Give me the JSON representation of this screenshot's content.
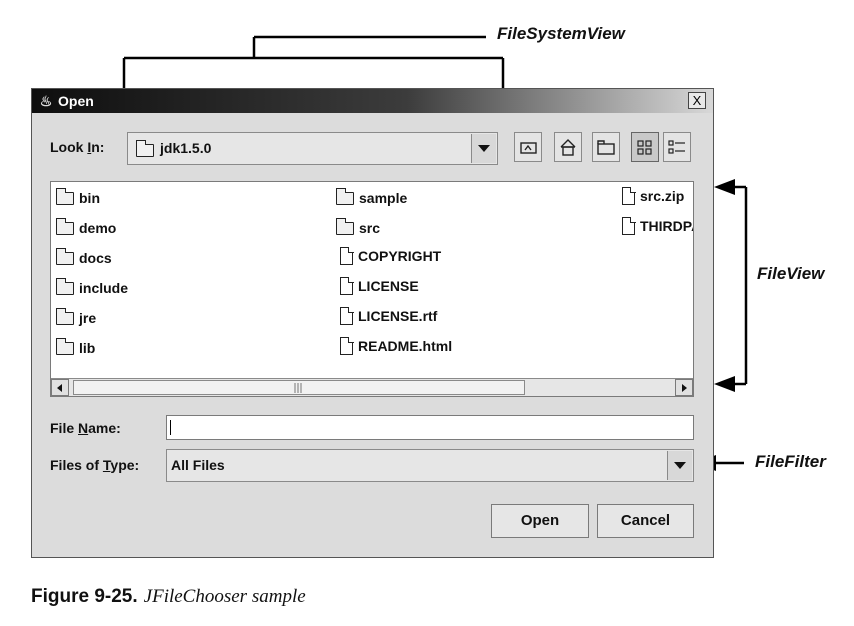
{
  "annotations": {
    "file_system_view": "FileSystemView",
    "file_view": "FileView",
    "file_filter": "FileFilter"
  },
  "dialog": {
    "title": "Open",
    "close_glyph": "X",
    "look_in": {
      "label_prefix": "Look ",
      "label_mnemonic": "I",
      "label_suffix": "n:",
      "value": "jdk1.5.0"
    },
    "toolbar_icons": [
      "up-one-level-icon",
      "home-icon",
      "new-folder-icon",
      "list-view-icon",
      "details-view-icon"
    ],
    "files": {
      "col1": [
        {
          "name": "bin",
          "type": "folder"
        },
        {
          "name": "demo",
          "type": "folder"
        },
        {
          "name": "docs",
          "type": "folder"
        },
        {
          "name": "include",
          "type": "folder"
        },
        {
          "name": "jre",
          "type": "folder"
        },
        {
          "name": "lib",
          "type": "folder"
        }
      ],
      "col2": [
        {
          "name": "sample",
          "type": "folder"
        },
        {
          "name": "src",
          "type": "folder"
        },
        {
          "name": "COPYRIGHT",
          "type": "file"
        },
        {
          "name": "LICENSE",
          "type": "file"
        },
        {
          "name": "LICENSE.rtf",
          "type": "file"
        },
        {
          "name": "README.html",
          "type": "file"
        }
      ],
      "col3": [
        {
          "name": "src.zip",
          "type": "file"
        },
        {
          "name": "THIRDPARTYLICENSEREADME.txt",
          "type": "file"
        }
      ]
    },
    "file_name": {
      "label_prefix": "File ",
      "label_mnemonic": "N",
      "label_suffix": "ame:",
      "value": ""
    },
    "file_type": {
      "label_prefix": "Files of ",
      "label_mnemonic": "T",
      "label_suffix": "ype:",
      "value": "All Files"
    },
    "buttons": {
      "open": "Open",
      "cancel": "Cancel"
    }
  },
  "caption": {
    "number": "Figure 9-25.",
    "text": "JFileChooser sample"
  }
}
